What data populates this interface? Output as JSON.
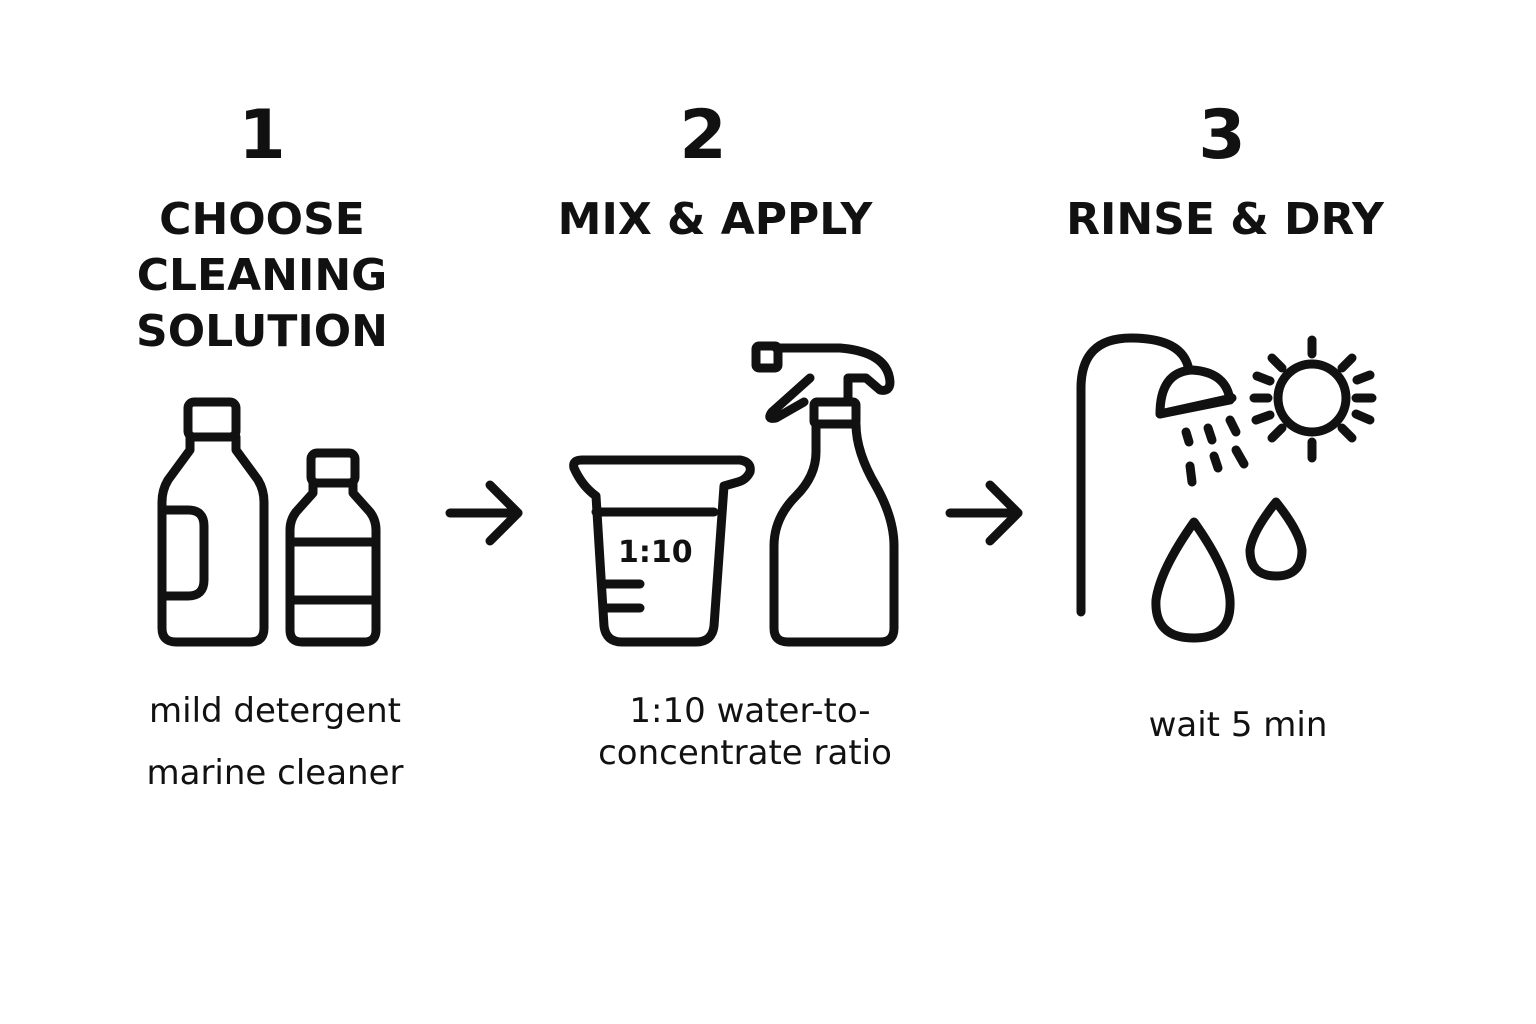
{
  "steps": [
    {
      "number": "1",
      "title_lines": [
        "CHOOSE",
        "CLEANING",
        "SOLUTION"
      ],
      "captions": [
        "mild detergent",
        "marine cleaner"
      ],
      "icons": [
        "large-bottle-icon",
        "small-bottle-icon"
      ]
    },
    {
      "number": "2",
      "title_lines": [
        "MIX & APPLY"
      ],
      "captions": [
        "1:10 water-to-",
        "concentrate ratio"
      ],
      "icons": [
        "measuring-cup-icon",
        "spray-bottle-icon"
      ],
      "cup_label": "1:10"
    },
    {
      "number": "3",
      "title_lines": [
        "RINSE & DRY"
      ],
      "captions": [
        "wait 5 min"
      ],
      "icons": [
        "shower-icon",
        "sun-icon",
        "water-drop-icon",
        "water-drop-icon"
      ]
    }
  ],
  "arrows": [
    "arrow-right-icon",
    "arrow-right-icon"
  ],
  "colors": {
    "ink": "#111111",
    "background": "#ffffff"
  }
}
